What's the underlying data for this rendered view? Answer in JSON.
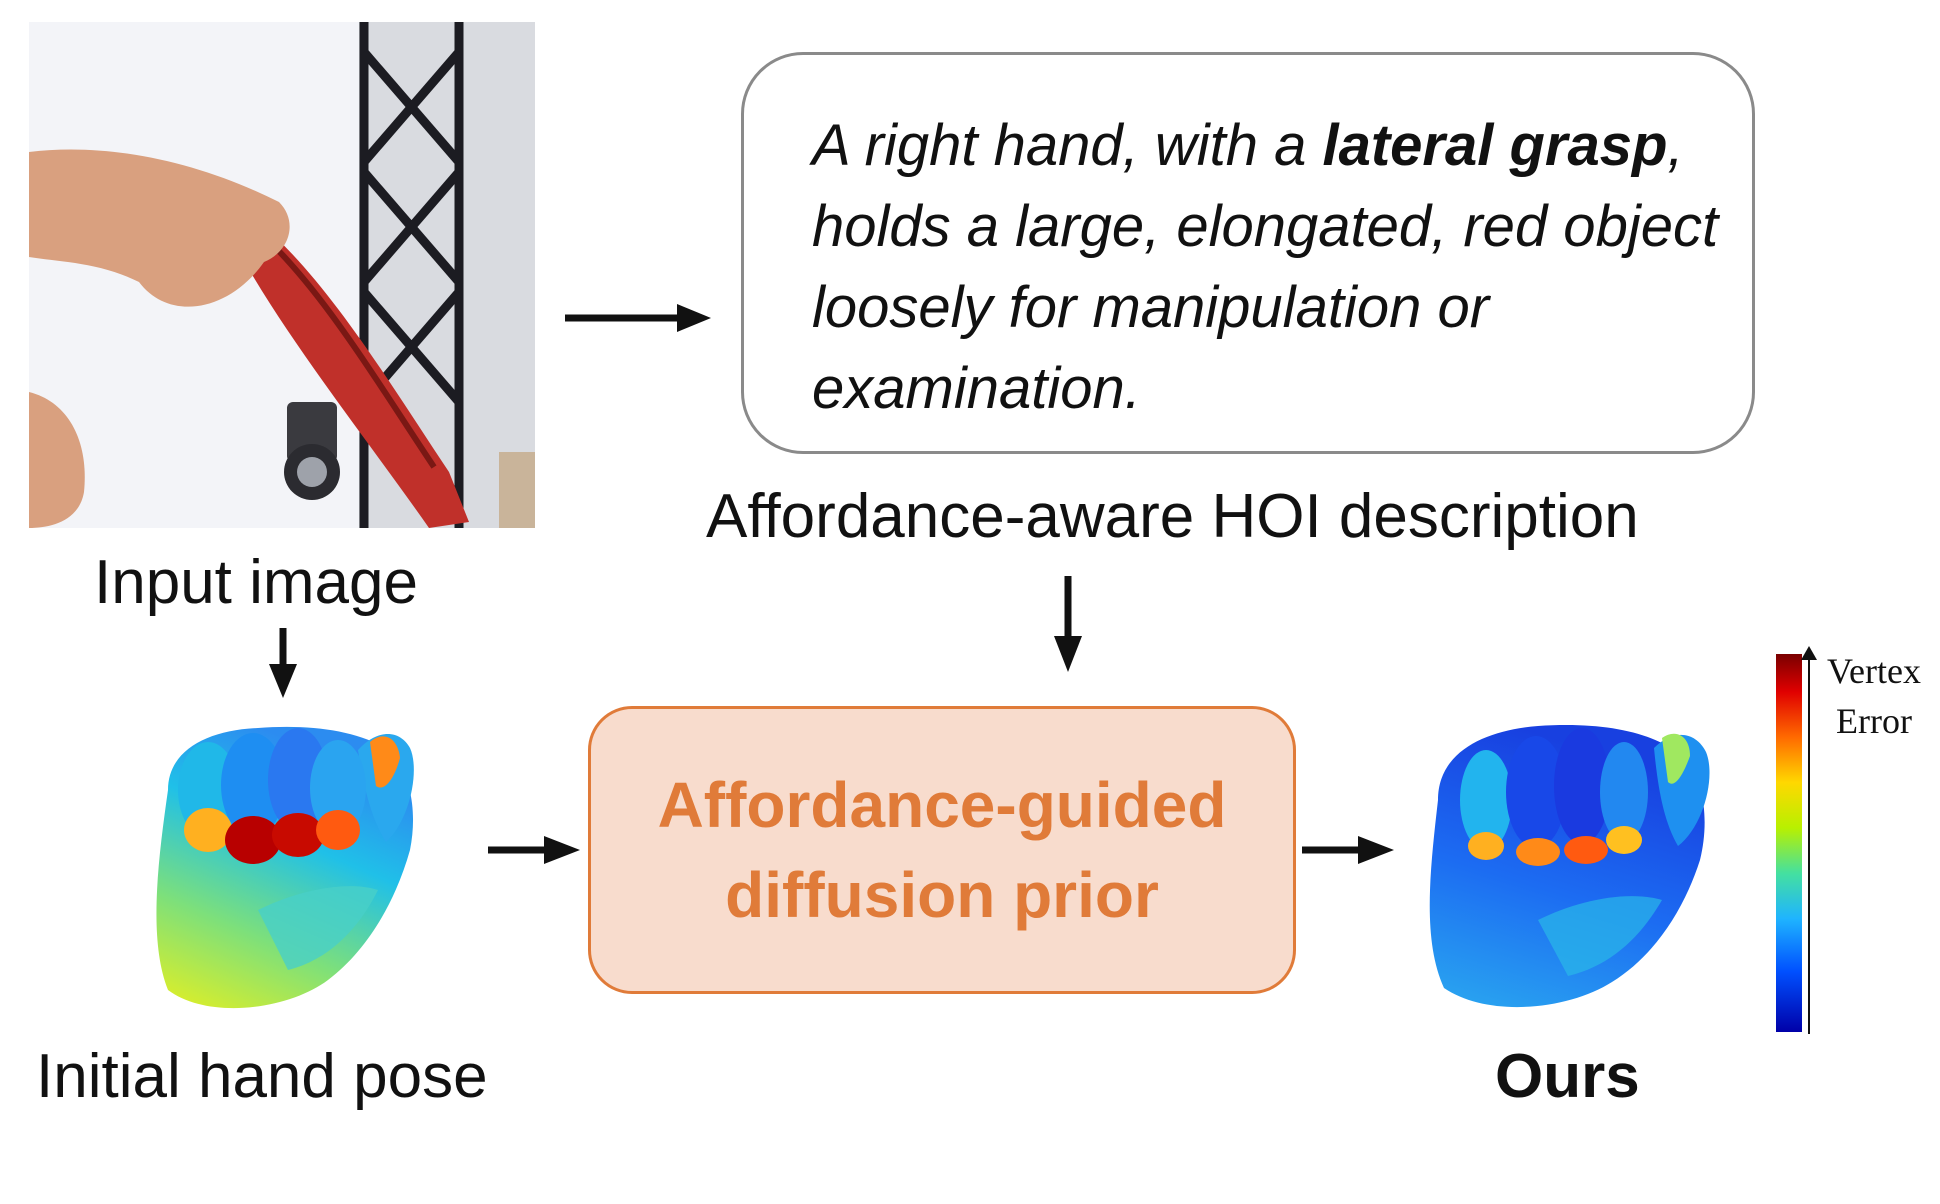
{
  "input": {
    "label": "Input image"
  },
  "description": {
    "parts": [
      {
        "text": "A right hand, with a ",
        "bold": false
      },
      {
        "text": "lateral grasp",
        "bold": true
      },
      {
        "text": ", holds a large, elongated, red object loosely for manipulation or examination.",
        "bold": false
      }
    ],
    "caption": "Affordance-aware HOI description"
  },
  "initial": {
    "label": "Initial hand pose"
  },
  "prior": {
    "line1": "Affordance-guided",
    "line2": "diffusion prior"
  },
  "result": {
    "label": "Ours"
  },
  "colorbar": {
    "title_line1": "Vertex",
    "title_line2": "Error"
  },
  "colors": {
    "prior_accent": "#e07b39",
    "prior_fill": "#f8dccd",
    "box_border": "#8a8a8a"
  }
}
